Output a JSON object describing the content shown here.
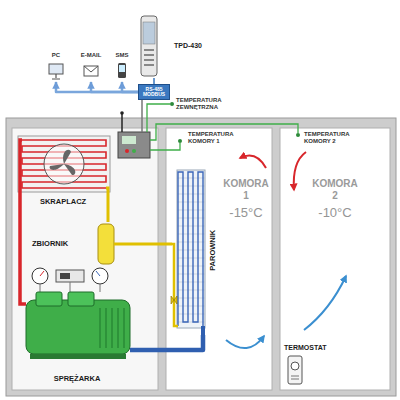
{
  "diagram": {
    "nodes": [
      {
        "text": [
          "PC"
        ]
      },
      {
        "text": [
          "E-MAIL"
        ]
      },
      {
        "text": [
          "SMS"
        ]
      },
      {
        "text": [
          "TPD-430"
        ]
      },
      {
        "text": [
          "RS-485 MODBUS"
        ]
      },
      {
        "text": [
          "SKRAPLACZ"
        ]
      },
      {
        "text": [
          "ZBIORNIK"
        ]
      },
      {
        "text": [
          "SPRĘŻARKA"
        ]
      },
      {
        "text": [
          "KOMORA 1",
          "-15°C"
        ]
      },
      {
        "text": [
          "PAROWNIK"
        ],
        "in": 8
      },
      {
        "text": [
          "KOMORA 2",
          "-10°C"
        ]
      },
      {
        "text": [
          "TERMOSTAT"
        ],
        "in": 10
      }
    ],
    "edges": [
      {
        "from": 4,
        "to": 0,
        "arrow": "to"
      },
      {
        "from": 4,
        "to": 1,
        "arrow": "to"
      },
      {
        "from": 4,
        "to": 2,
        "arrow": "to"
      },
      {
        "from": 4,
        "to": 3,
        "arrow": "none"
      },
      {
        "from": 7,
        "to": 5,
        "arrow": "none"
      },
      {
        "from": 5,
        "to": 6,
        "arrow": "none"
      },
      {
        "from": 6,
        "to": 9,
        "arrow": "none"
      },
      {
        "from": 9,
        "to": 7,
        "arrow": "none"
      }
    ],
    "labels": [
      "TEMPERATURA ZEWNĘTRZNA",
      "TEMPERATURA KOMORY 1",
      "TEMPERATURA KOMORY 2"
    ]
  }
}
